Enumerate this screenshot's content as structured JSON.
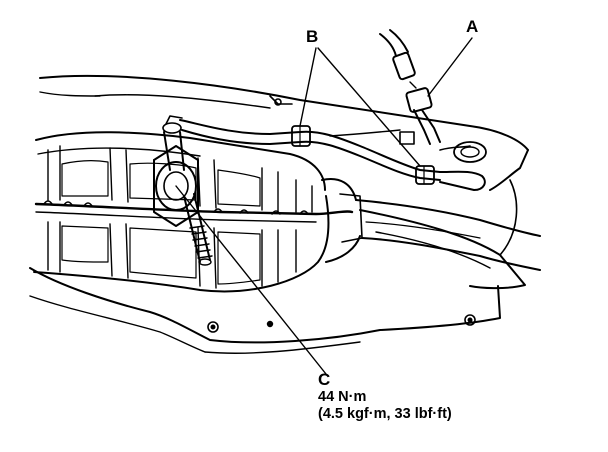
{
  "callouts": {
    "a": "A",
    "b": "B",
    "c": "C"
  },
  "torque": {
    "line1": "44 N·m",
    "line2": "(4.5 kgf·m, 33 lbf·ft)"
  },
  "colors": {
    "ink": "#000000",
    "paper": "#ffffff"
  }
}
